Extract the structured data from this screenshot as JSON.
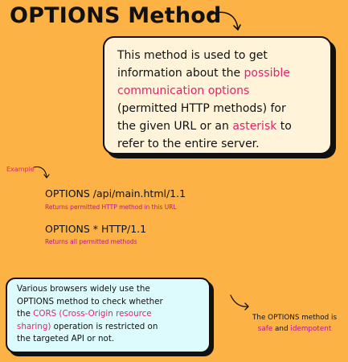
{
  "title": "OPTIONS Method",
  "main_box": {
    "line1": "This method is used to get",
    "line2_pre": "information about the ",
    "line2_hl": "possible",
    "line3_hl": "communication options",
    "line4": "(permitted HTTP methods) for",
    "line5_pre": "the given URL or an ",
    "line5_hl": "asterisk",
    "line5_post": " to",
    "line6": "refer to the entire server."
  },
  "example": {
    "label": "Example",
    "items": [
      {
        "code": "OPTIONS /api/main.html/1.1",
        "note": "Returns permitted HTTP method in this URL"
      },
      {
        "code": "OPTIONS * HTTP/1.1",
        "note": "Returns all permitted methods"
      }
    ]
  },
  "browser_box": {
    "line1": "Various browsers widely use the",
    "line2": "OPTIONS method to check whether",
    "line3_pre": "the ",
    "line3_hl": "CORS (Cross-Origin resource",
    "line4_hl": "sharing)",
    "line4_post": " operation is restricted on",
    "line5": "the targeted API or not."
  },
  "side_note": {
    "line1": "The OPTIONS method is",
    "safe": "safe",
    "and": " and ",
    "idempotent": "idempotent"
  },
  "colors": {
    "background": "#FDB245",
    "highlight": "#E0246B",
    "note": "#B5178A",
    "main_box": "#FFF4D9",
    "cyan_box": "#DDFBFD"
  }
}
